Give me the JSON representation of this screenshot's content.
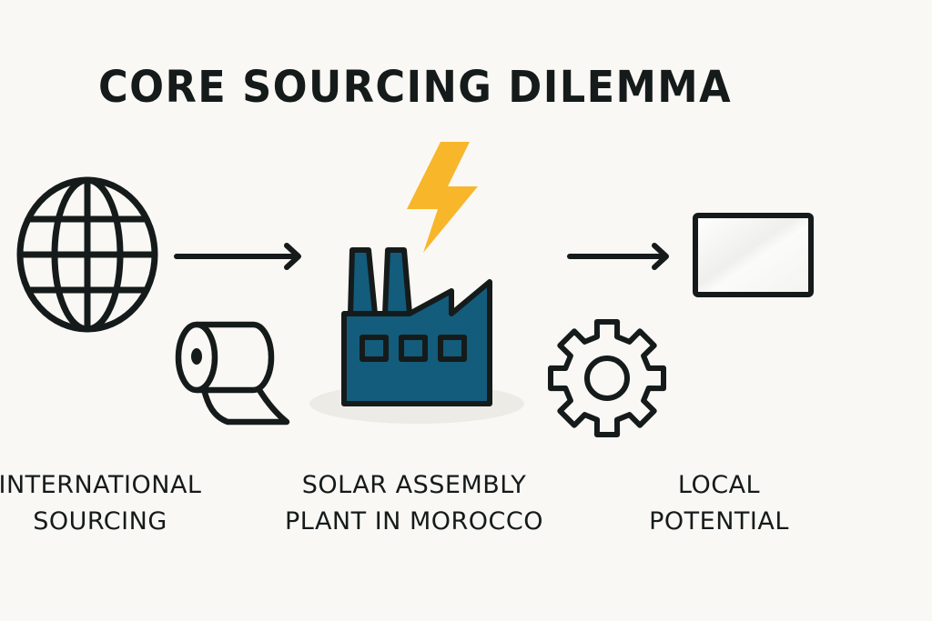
{
  "title": "CORE SOURCING DILEMMA",
  "nodes": [
    {
      "id": "international",
      "label_lines": [
        "INTERNATIONAL",
        "SOURCING"
      ],
      "icons": [
        "globe-icon",
        "paper-roll-icon"
      ]
    },
    {
      "id": "plant",
      "label_lines": [
        "SOLAR ASSEMBLY",
        "PLANT IN MOROCCO"
      ],
      "icons": [
        "factory-icon",
        "lightning-bolt-icon"
      ]
    },
    {
      "id": "local",
      "label_lines": [
        "LOCAL",
        "POTENTIAL"
      ],
      "icons": [
        "solar-panel-frame-icon",
        "gear-icon"
      ]
    }
  ],
  "edges": [
    {
      "from": "international",
      "to": "plant"
    },
    {
      "from": "plant",
      "to": "local"
    }
  ],
  "colors": {
    "background": "#f9f8f5",
    "ink": "#151b1a",
    "factory": "#135c7c",
    "bolt": "#f8b62b",
    "shadow": "#ecebe6"
  }
}
